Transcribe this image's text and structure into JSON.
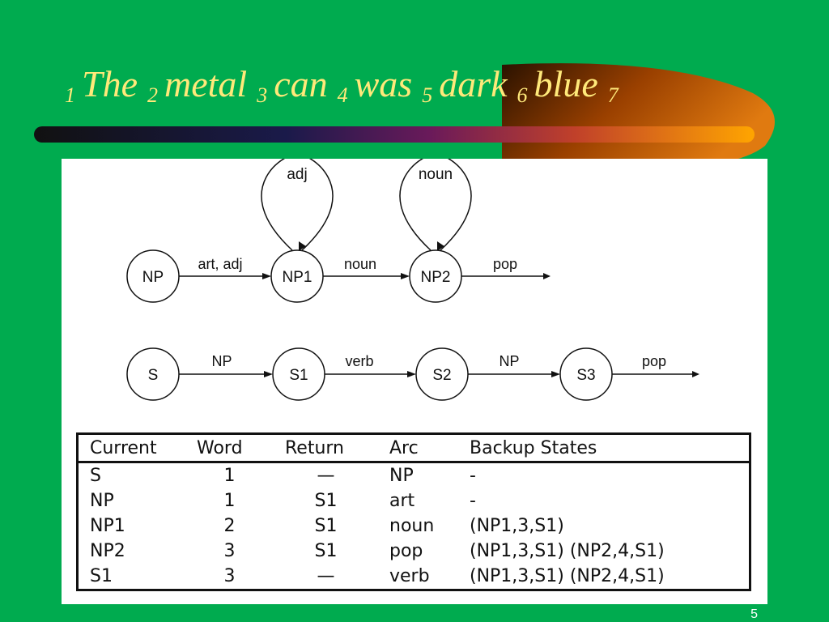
{
  "title": {
    "parts": [
      {
        "num": "1",
        "word": "The"
      },
      {
        "num": "2",
        "word": "metal"
      },
      {
        "num": "3",
        "word": "can"
      },
      {
        "num": "4",
        "word": "was"
      },
      {
        "num": "5",
        "word": "dark"
      },
      {
        "num": "6",
        "word": "blue"
      },
      {
        "num": "7",
        "word": ""
      }
    ]
  },
  "colors": {
    "background": "#00ab4f",
    "title": "#ffe97a",
    "bar_dark": "#1a1a1a",
    "bar_orange": "#ff8c00",
    "swoosh": "#cc5a00"
  },
  "np_network": {
    "nodes": [
      {
        "id": "NP",
        "label": "NP"
      },
      {
        "id": "NP1",
        "label": "NP1"
      },
      {
        "id": "NP2",
        "label": "NP2"
      }
    ],
    "edges": [
      {
        "label": "art, adj"
      },
      {
        "label": "noun"
      },
      {
        "label": "pop"
      }
    ],
    "loops": [
      {
        "label": "adj"
      },
      {
        "label": "noun"
      }
    ]
  },
  "s_network": {
    "nodes": [
      {
        "id": "S",
        "label": "S"
      },
      {
        "id": "S1",
        "label": "S1"
      },
      {
        "id": "S2",
        "label": "S2"
      },
      {
        "id": "S3",
        "label": "S3"
      }
    ],
    "edges": [
      {
        "label": "NP"
      },
      {
        "label": "verb"
      },
      {
        "label": "NP"
      },
      {
        "label": "pop"
      }
    ]
  },
  "table": {
    "headers": [
      "Current",
      "Word",
      "Return",
      "Arc",
      "Backup States"
    ],
    "rows": [
      [
        "S",
        "1",
        "—",
        "NP",
        "-"
      ],
      [
        "NP",
        "1",
        "S1",
        "art",
        "-"
      ],
      [
        "NP1",
        "2",
        "S1",
        "noun",
        "(NP1,3,S1)"
      ],
      [
        "NP2",
        "3",
        "S1",
        "pop",
        "(NP1,3,S1) (NP2,4,S1)"
      ],
      [
        "S1",
        "3",
        "—",
        "verb",
        "(NP1,3,S1) (NP2,4,S1)"
      ]
    ]
  },
  "page_number": "5"
}
